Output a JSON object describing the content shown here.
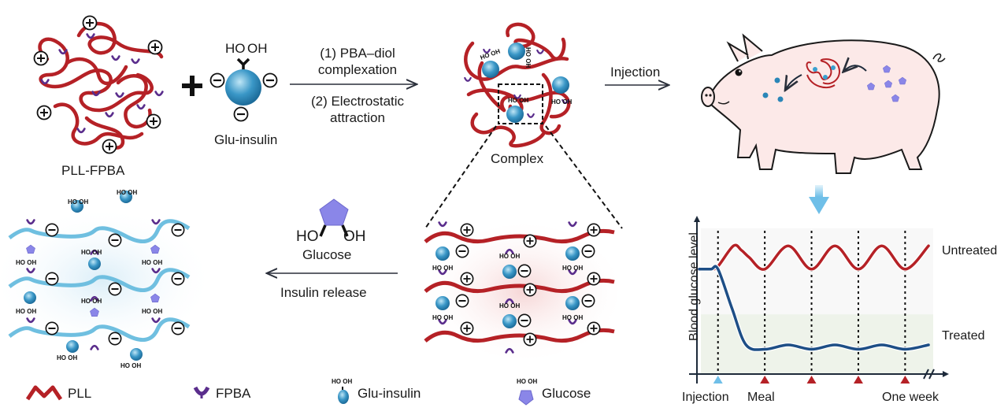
{
  "title": "Glucose-responsive insulin delivery via PLL-FPBA / Glu-insulin complex",
  "colors": {
    "pll_red": "#b52126",
    "fpba_purple": "#5a2d8c",
    "insulin_blue": "#2a86b8",
    "glucose_violet": "#8a86e8",
    "released_chain_blue": "#6fbfe0",
    "treated_line": "#1d4e86",
    "untreated_line": "#b52126",
    "pig_fill": "#fce9e8",
    "arrow_blue": "#7ec6ea",
    "treated_zone": "#eef3ea",
    "untreated_zone": "#f8f8f8"
  },
  "top_row": {
    "pll_fpba_label": "PLL-FPBA",
    "plus_sign": "+",
    "glu_insulin": {
      "hydroxyl_left": "HO",
      "hydroxyl_right": "OH",
      "label": "Glu-insulin"
    },
    "step_arrow": {
      "step1_line1": "(1) PBA–diol",
      "step1_line2": "complexation",
      "step2_line1": "(2) Electrostatic",
      "step2_line2": "attraction"
    },
    "complex_label": "Complex",
    "injection_arrow_label": "Injection"
  },
  "middle_row": {
    "glucose": {
      "hydroxyl_left": "HO",
      "hydroxyl_right": "OH",
      "label": "Glucose"
    },
    "release_arrow_label": "Insulin release",
    "charges": {
      "positive": "+",
      "negative": "−"
    },
    "mini_hydroxyl": {
      "left": "HO",
      "right": "OH"
    }
  },
  "legend": [
    {
      "icon": "pll-wave-icon",
      "label": "PLL"
    },
    {
      "icon": "fpba-receptor-icon",
      "label": "FPBA"
    },
    {
      "icon": "glu-insulin-icon",
      "label": "Glu-insulin",
      "mini_left": "HO",
      "mini_right": "OH"
    },
    {
      "icon": "glucose-pentagon-icon",
      "label": "Glucose",
      "mini_left": "HO",
      "mini_right": "OH"
    }
  ],
  "chart_data": {
    "type": "line",
    "title": "",
    "ylabel": "Blood glucose level",
    "xlabel": "",
    "x_tick_labels": [
      "Injection",
      "Meal",
      "One week"
    ],
    "event_markers": [
      {
        "type": "injection",
        "x": 0.0
      },
      {
        "type": "meal",
        "x": 1.0
      },
      {
        "type": "meal",
        "x": 2.0
      },
      {
        "type": "meal",
        "x": 3.0
      },
      {
        "type": "meal",
        "x": 4.0
      }
    ],
    "xlim": [
      -0.45,
      4.6
    ],
    "ylim": [
      0,
      1
    ],
    "axis_break": true,
    "zones": [
      {
        "name": "Untreated zone",
        "from": 0.41,
        "to": 1.0
      },
      {
        "name": "Treated zone",
        "from": 0.0,
        "to": 0.41
      }
    ],
    "series": [
      {
        "name": "Untreated",
        "description": "Oscillating high; troughs at each meal marker",
        "x": [
          -0.4,
          -0.15,
          0.0,
          0.33,
          0.5,
          0.67,
          1.0,
          1.5,
          2.0,
          2.5,
          3.0,
          3.5,
          4.0,
          4.5
        ],
        "y": [
          0.72,
          0.72,
          0.74,
          0.88,
          0.85,
          0.8,
          0.72,
          0.88,
          0.72,
          0.88,
          0.72,
          0.88,
          0.72,
          0.88
        ]
      },
      {
        "name": "Treated",
        "description": "Drops after injection, then stays low with small oscillations",
        "x": [
          -0.4,
          -0.15,
          0.0,
          0.3,
          0.6,
          1.0,
          1.5,
          2.0,
          2.5,
          3.0,
          3.5,
          4.0,
          4.5
        ],
        "y": [
          0.72,
          0.72,
          0.72,
          0.45,
          0.2,
          0.17,
          0.2,
          0.17,
          0.2,
          0.17,
          0.2,
          0.17,
          0.2
        ]
      }
    ],
    "series_labels": [
      "Untreated",
      "Treated"
    ],
    "grid": false,
    "legend": "right"
  }
}
